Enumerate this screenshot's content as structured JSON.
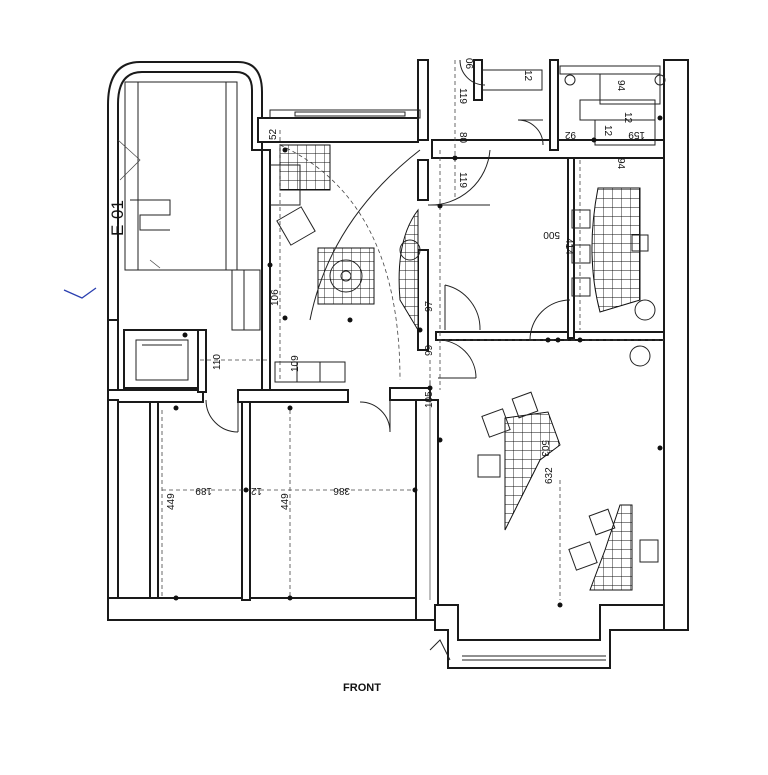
{
  "plan": {
    "level_label": "E-01",
    "footer_label": "FRONT",
    "dimensions": {
      "d90": "06",
      "d12a": "12",
      "d12b": "12",
      "d12c": "12",
      "d12d": "12",
      "d94a": "94",
      "d94b": "94",
      "d92": "92",
      "d159": "159",
      "d119a": "119",
      "d119b": "119",
      "d80": "80",
      "d52": "52",
      "d106": "106",
      "d110": "110",
      "d109": "109",
      "d97": "97",
      "d99": "99",
      "d105": "105",
      "d500": "500",
      "d414": "414",
      "d503": "503",
      "d632": "632",
      "d449a": "449",
      "d189": "189",
      "d449b": "449",
      "d386": "386"
    },
    "colors": {
      "ink": "#1a1a1a",
      "pen_mark": "#2a3fb0"
    }
  }
}
